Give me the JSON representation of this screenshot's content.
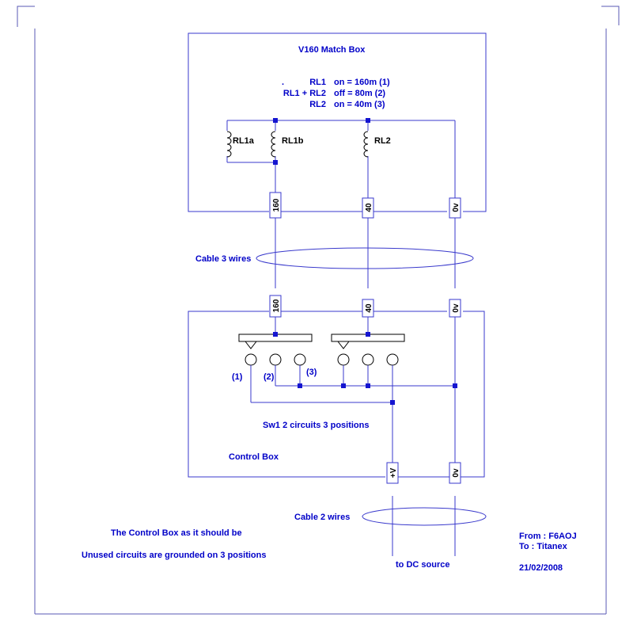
{
  "match_box": {
    "title": "V160 Match Box",
    "rel_dot": ".",
    "rel_lines": [
      {
        "left": "RL1",
        "right": "on = 160m  (1)"
      },
      {
        "left": "RL1 + RL2",
        "right": "off =   80m  (2)"
      },
      {
        "left": "RL2",
        "right": "on =   40m  (3)"
      }
    ],
    "relays": [
      "RL1a",
      "RL1b",
      "RL2"
    ],
    "terminals": [
      "160",
      "40",
      "0v"
    ]
  },
  "cable_top": "Cable 3 wires",
  "control_box": {
    "terminals_top": [
      "160",
      "40",
      "0v"
    ],
    "positions": [
      "(1)",
      "(2)",
      "(3)"
    ],
    "switch_label": "Sw1 2 circuits 3 positions",
    "box_label": "Control Box",
    "terminals_bottom": [
      "+V",
      "0v"
    ]
  },
  "cable_bottom": "Cable 2 wires",
  "notes": {
    "line1": "The Control Box as it should be",
    "line2": "Unused circuits are grounded on 3 positions",
    "dc_source": "to DC source"
  },
  "author": {
    "from": "From : F6AOJ",
    "to": "To : Titanex",
    "date": "21/02/2008"
  },
  "colors": {
    "wire": "#3a3acc",
    "text": "#0000c8",
    "frame": "#5a5ab4"
  }
}
